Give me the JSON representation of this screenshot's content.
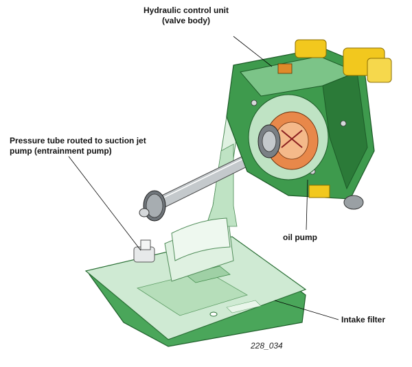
{
  "labels": {
    "hydraulic_line1": "Hydraulic control unit",
    "hydraulic_line2": "(valve body)",
    "pressure_line1": "Pressure tube routed to suction jet",
    "pressure_line2": "pump (entrainment pump)",
    "oil_pump": "oil pump",
    "intake_filter": "Intake filter"
  },
  "figure_id": "228_034",
  "colors": {
    "green_dark": "#2f8a3f",
    "green_mid": "#5fb56c",
    "green_light": "#bfe3c4",
    "green_pale": "#dff1e1",
    "yellow": "#f2c81e",
    "orange": "#e8884a",
    "steel": "#8f969b",
    "steel_light": "#d6d9db",
    "leader": "#000000"
  }
}
